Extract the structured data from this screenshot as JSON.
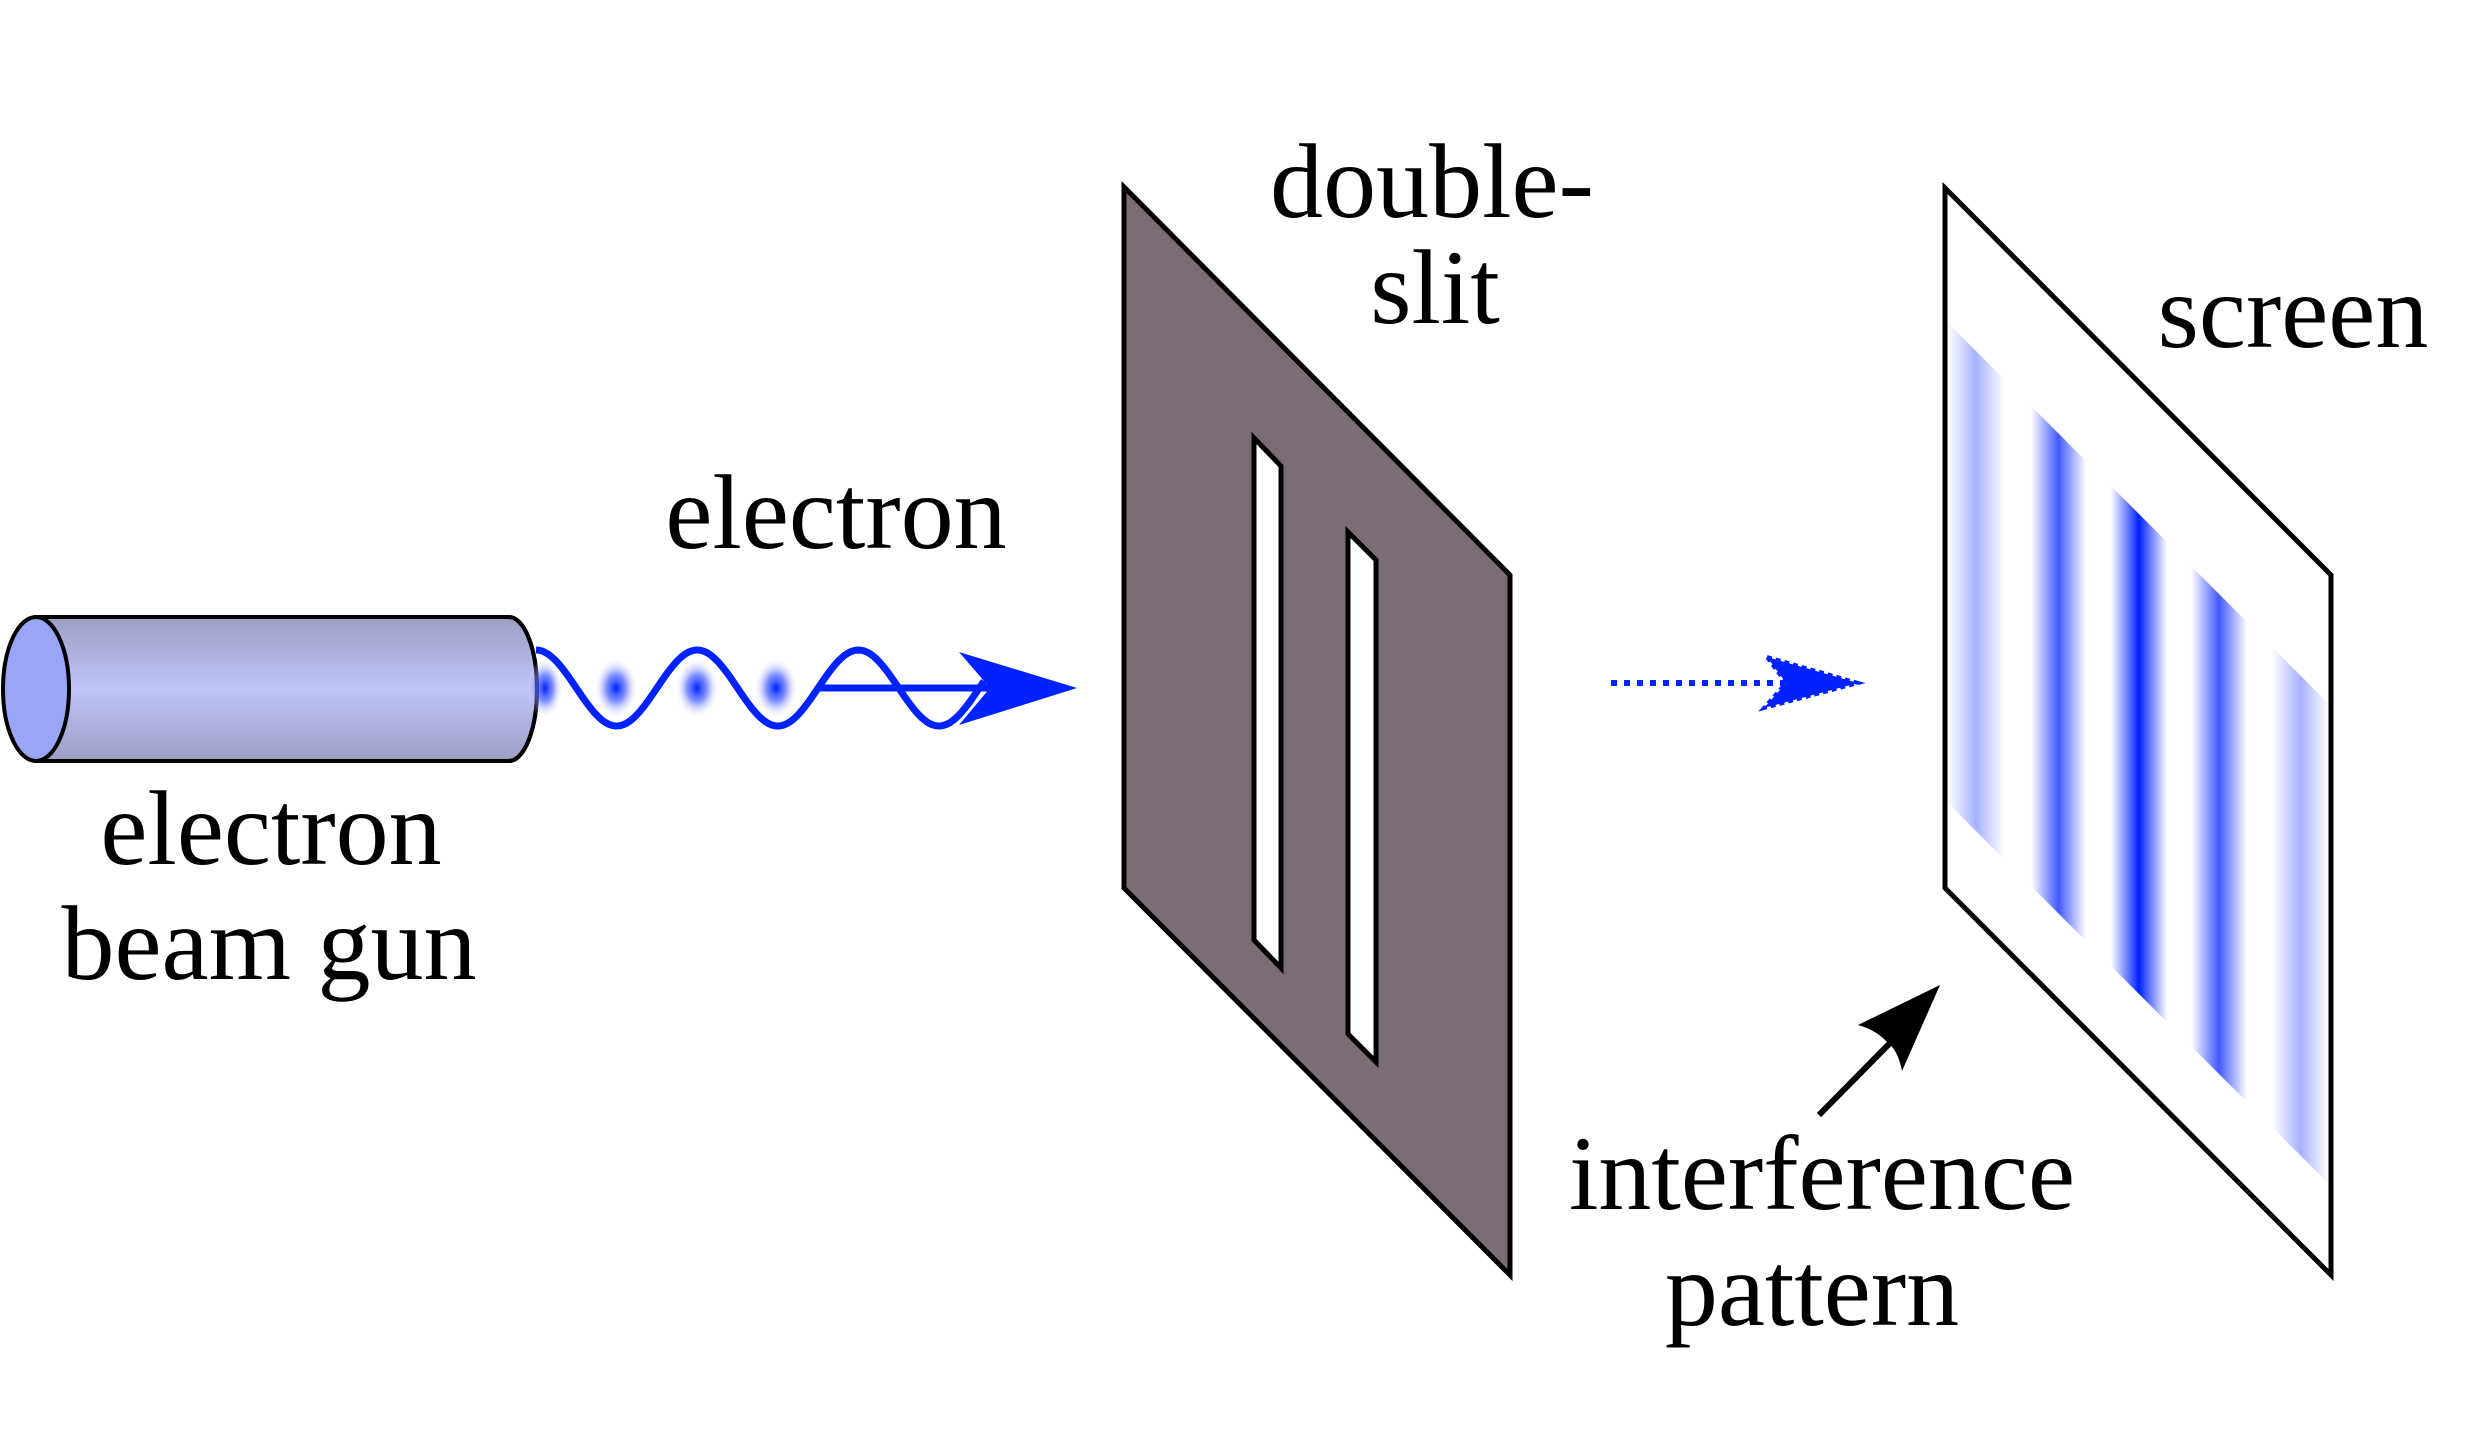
{
  "labels": {
    "gun_line1": "electron",
    "gun_line2": "beam gun",
    "electron": "electron",
    "slit_line1": "double-",
    "slit_line2": "slit",
    "screen": "screen",
    "pattern_line1": "interference",
    "pattern_line2": "pattern"
  },
  "colors": {
    "wave": "#0022ff",
    "barrier": "#7b6c75",
    "gun_cap": "#99a6f8",
    "gun_body_dark": "#9c9ec4",
    "gun_body_light": "#c0c4f8",
    "outline": "#000000"
  },
  "fringes": {
    "intensities": [
      0.35,
      0.75,
      1.0,
      0.75,
      0.35
    ]
  },
  "icons": {
    "gun": "cylinder-icon",
    "wave": "sine-wave-arrow-icon",
    "barrier": "double-slit-plate-icon",
    "screen": "screen-plate-icon",
    "dotted_arrow": "dotted-arrow-icon",
    "pointer_arrow": "arrow-icon"
  }
}
